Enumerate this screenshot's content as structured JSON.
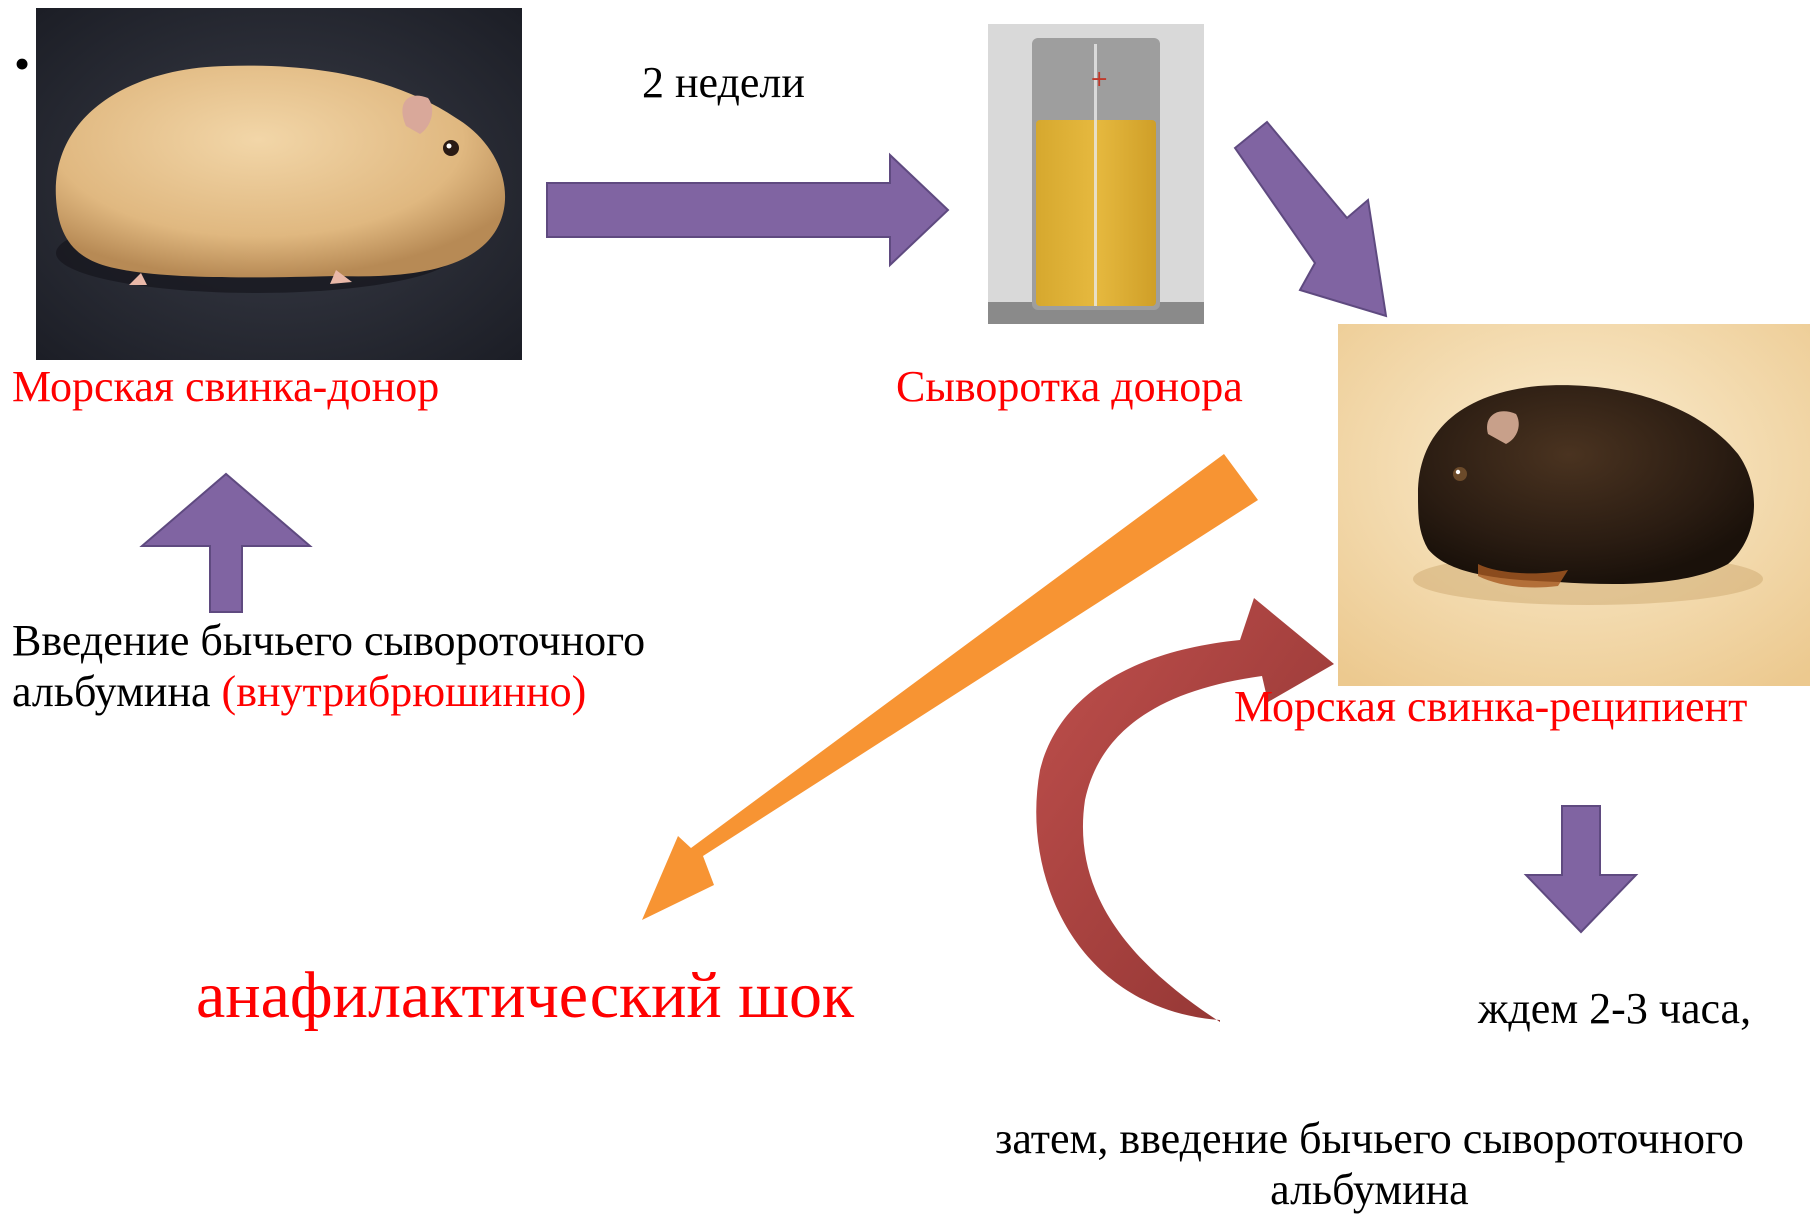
{
  "bullet": "•",
  "labels": {
    "duration": "2 недели",
    "donor": "Морская свинка-донор",
    "serum": "Сыворотка донора",
    "recipient": "Морская свинка-реципиент",
    "injection_line1": "Введение бычьего сывороточного",
    "injection_line2_prefix": "альбумина ",
    "injection_line2_route": "(внутрибрюшинно)",
    "result": "анафилактический шок",
    "wait": "ждем 2-3 часа,",
    "challenge_line1": "затем, введение бычьего сывороточного",
    "challenge_line2": "альбумина"
  },
  "colors": {
    "arrow_purple": "#8064a2",
    "arrow_purple_border": "#5f4a80",
    "arrow_orange": "#f79433",
    "arrow_red": "#c0504d",
    "label_red": "#ff0000",
    "text": "#000000"
  }
}
